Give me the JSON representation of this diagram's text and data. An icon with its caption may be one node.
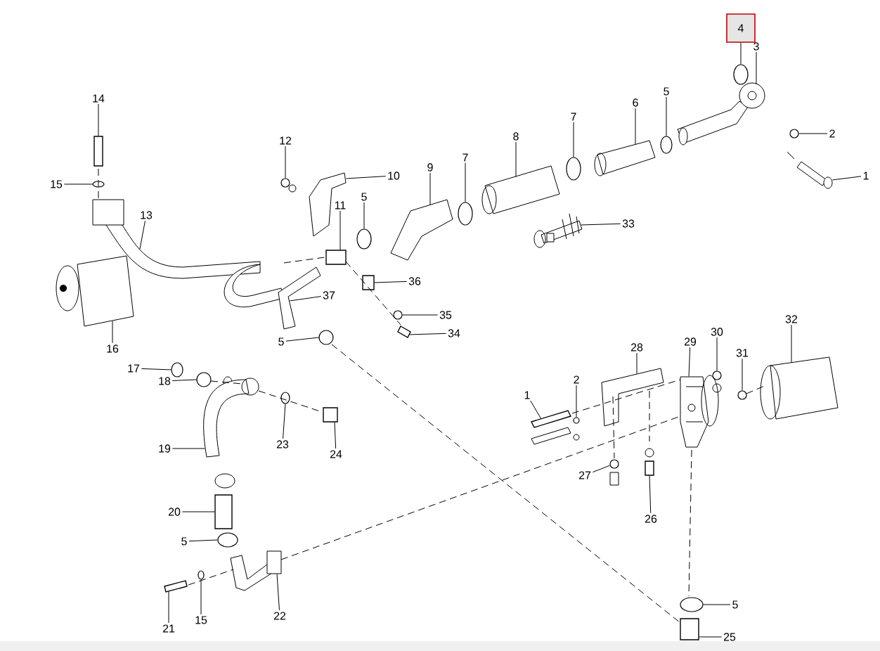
{
  "diagram": {
    "nodes": [
      {
        "text": [
          "4"
        ]
      },
      {
        "text": [
          "3"
        ]
      },
      {
        "text": [
          "5"
        ]
      },
      {
        "text": [
          "6"
        ]
      },
      {
        "text": [
          "7"
        ]
      },
      {
        "text": [
          "8"
        ]
      },
      {
        "text": [
          "2"
        ]
      },
      {
        "text": [
          "7"
        ]
      },
      {
        "text": [
          "9"
        ]
      },
      {
        "text": [
          "1"
        ]
      },
      {
        "text": [
          "14"
        ]
      },
      {
        "text": [
          "12"
        ]
      },
      {
        "text": [
          "10"
        ]
      },
      {
        "text": [
          "11"
        ]
      },
      {
        "text": [
          "5"
        ]
      },
      {
        "text": [
          "15"
        ]
      },
      {
        "text": [
          "13"
        ]
      },
      {
        "text": [
          "33"
        ]
      },
      {
        "text": [
          "36"
        ]
      },
      {
        "text": [
          "37"
        ]
      },
      {
        "text": [
          "35"
        ]
      },
      {
        "text": [
          "34"
        ]
      },
      {
        "text": [
          "5"
        ]
      },
      {
        "text": [
          "32"
        ]
      },
      {
        "text": [
          "16"
        ]
      },
      {
        "text": [
          "30"
        ]
      },
      {
        "text": [
          "29"
        ]
      },
      {
        "text": [
          "28"
        ]
      },
      {
        "text": [
          "31"
        ]
      },
      {
        "text": [
          "17"
        ]
      },
      {
        "text": [
          "18"
        ]
      },
      {
        "text": [
          "2"
        ]
      },
      {
        "text": [
          "1"
        ]
      },
      {
        "text": [
          "23"
        ]
      },
      {
        "text": [
          "24"
        ]
      },
      {
        "text": [
          "19"
        ]
      },
      {
        "text": [
          "27"
        ]
      },
      {
        "text": [
          "20"
        ]
      },
      {
        "text": [
          "26"
        ]
      },
      {
        "text": [
          "5"
        ]
      },
      {
        "text": [
          "5"
        ]
      },
      {
        "text": [
          "22"
        ]
      },
      {
        "text": [
          "15"
        ]
      },
      {
        "text": [
          "21"
        ]
      },
      {
        "text": [
          "25"
        ]
      },
      {
        "text": [],
        "shape": "circle"
      },
      {
        "text": [],
        "shape": "picture"
      },
      {
        "text": [],
        "shape": "circle"
      },
      {
        "text": [],
        "shape": "picture"
      },
      {
        "text": [],
        "shape": "circle"
      },
      {
        "text": [],
        "shape": "picture"
      },
      {
        "text": [],
        "shape": "circle"
      },
      {
        "text": [],
        "shape": "circle"
      },
      {
        "text": [],
        "shape": "picture"
      },
      {
        "text": [],
        "shape": "picture"
      },
      {
        "text": [],
        "shape": "box"
      },
      {
        "text": [],
        "shape": "circle"
      },
      {
        "text": [],
        "shape": "picture"
      },
      {
        "text": [],
        "shape": "box"
      },
      {
        "text": [],
        "shape": "circle"
      },
      {
        "text": [],
        "shape": "circle"
      },
      {
        "text": [],
        "shape": "picture"
      },
      {
        "text": [],
        "shape": "picture"
      },
      {
        "text": [],
        "shape": "box"
      },
      {
        "text": [],
        "shape": "picture"
      },
      {
        "text": [],
        "shape": "circle"
      },
      {
        "text": [],
        "shape": "box"
      },
      {
        "text": [],
        "shape": "circle"
      },
      {
        "text": [],
        "shape": "picture"
      },
      {
        "text": [],
        "shape": "picture"
      },
      {
        "text": [],
        "shape": "circle"
      },
      {
        "text": [],
        "shape": "picture"
      },
      {
        "text": [],
        "shape": "picture"
      },
      {
        "text": [],
        "shape": "circle"
      },
      {
        "text": [],
        "shape": "circle"
      },
      {
        "text": [],
        "shape": "circle"
      },
      {
        "text": [],
        "shape": "circle"
      },
      {
        "text": [],
        "shape": "box"
      },
      {
        "text": [],
        "shape": "circle"
      },
      {
        "text": [],
        "shape": "box"
      },
      {
        "text": [],
        "shape": "picture"
      },
      {
        "text": [],
        "shape": "circle"
      },
      {
        "text": [],
        "shape": "box"
      },
      {
        "text": [],
        "shape": "box"
      },
      {
        "text": [],
        "shape": "circle"
      },
      {
        "text": [],
        "shape": "circle"
      },
      {
        "text": [],
        "shape": "picture"
      },
      {
        "text": [],
        "shape": "circle"
      },
      {
        "text": [],
        "shape": "box"
      },
      {
        "text": [],
        "shape": "box"
      }
    ],
    "edges": [
      {
        "from": 0,
        "to": 45,
        "arrow": "none"
      },
      {
        "from": 1,
        "to": 46,
        "arrow": "none"
      },
      {
        "from": 2,
        "to": 47,
        "arrow": "none"
      },
      {
        "from": 3,
        "to": 48,
        "arrow": "none"
      },
      {
        "from": 4,
        "to": 49,
        "arrow": "none"
      },
      {
        "from": 5,
        "to": 50,
        "arrow": "none"
      },
      {
        "from": 6,
        "to": 51,
        "arrow": "none"
      },
      {
        "from": 7,
        "to": 52,
        "arrow": "none"
      },
      {
        "from": 8,
        "to": 53,
        "arrow": "none"
      },
      {
        "from": 9,
        "to": 54,
        "arrow": "none"
      },
      {
        "from": 10,
        "to": 55,
        "arrow": "none"
      },
      {
        "from": 11,
        "to": 56,
        "arrow": "none"
      },
      {
        "from": 12,
        "to": 57,
        "arrow": "none"
      },
      {
        "from": 13,
        "to": 58,
        "arrow": "none"
      },
      {
        "from": 14,
        "to": 59,
        "arrow": "none"
      },
      {
        "from": 15,
        "to": 60,
        "arrow": "none"
      },
      {
        "from": 16,
        "to": 61,
        "arrow": "none"
      },
      {
        "from": 17,
        "to": 62,
        "arrow": "none"
      },
      {
        "from": 18,
        "to": 63,
        "arrow": "none"
      },
      {
        "from": 19,
        "to": 64,
        "arrow": "none"
      },
      {
        "from": 20,
        "to": 65,
        "arrow": "none"
      },
      {
        "from": 21,
        "to": 66,
        "arrow": "none"
      },
      {
        "from": 22,
        "to": 67,
        "arrow": "none"
      },
      {
        "from": 23,
        "to": 68,
        "arrow": "none"
      },
      {
        "from": 24,
        "to": 69,
        "arrow": "none"
      },
      {
        "from": 25,
        "to": 70,
        "arrow": "none"
      },
      {
        "from": 26,
        "to": 71,
        "arrow": "none"
      },
      {
        "from": 27,
        "to": 72,
        "arrow": "none"
      },
      {
        "from": 28,
        "to": 73,
        "arrow": "none"
      },
      {
        "from": 29,
        "to": 74,
        "arrow": "none"
      },
      {
        "from": 30,
        "to": 75,
        "arrow": "none"
      },
      {
        "from": 31,
        "to": 76,
        "arrow": "none"
      },
      {
        "from": 32,
        "to": 77,
        "arrow": "none"
      },
      {
        "from": 33,
        "to": 78,
        "arrow": "none"
      },
      {
        "from": 34,
        "to": 79,
        "arrow": "none"
      },
      {
        "from": 35,
        "to": 80,
        "arrow": "none"
      },
      {
        "from": 36,
        "to": 81,
        "arrow": "none"
      },
      {
        "from": 37,
        "to": 82,
        "arrow": "none"
      },
      {
        "from": 38,
        "to": 83,
        "arrow": "none"
      },
      {
        "from": 39,
        "to": 84,
        "arrow": "none"
      },
      {
        "from": 40,
        "to": 85,
        "arrow": "none"
      },
      {
        "from": 41,
        "to": 86,
        "arrow": "none"
      },
      {
        "from": 42,
        "to": 87,
        "arrow": "none"
      },
      {
        "from": 43,
        "to": 88,
        "arrow": "none"
      },
      {
        "from": 44,
        "to": 89,
        "arrow": "none"
      },
      {
        "from": 67,
        "to": 89,
        "arrow": "none",
        "style": "dashed"
      },
      {
        "from": 86,
        "to": 71,
        "arrow": "none",
        "style": "dashed"
      },
      {
        "from": 71,
        "to": 85,
        "arrow": "none",
        "style": "dashed"
      },
      {
        "from": 55,
        "to": 61,
        "arrow": "none",
        "style": "dashed"
      },
      {
        "from": 58,
        "to": 66,
        "arrow": "none",
        "style": "dashed"
      },
      {
        "from": 61,
        "to": 58,
        "arrow": "none",
        "style": "dashed"
      },
      {
        "from": 80,
        "to": 79,
        "arrow": "none",
        "style": "dashed"
      },
      {
        "from": 75,
        "to": 80,
        "arrow": "none",
        "style": "dashed"
      },
      {
        "from": 88,
        "to": 86,
        "arrow": "none",
        "style": "dashed"
      },
      {
        "from": 77,
        "to": 71,
        "arrow": "none",
        "style": "dashed"
      },
      {
        "from": 73,
        "to": 68,
        "arrow": "none",
        "style": "dashed"
      },
      {
        "from": 72,
        "to": 81,
        "arrow": "none",
        "style": "dashed"
      },
      {
        "from": 72,
        "to": 83,
        "arrow": "none",
        "style": "dashed"
      }
    ]
  }
}
